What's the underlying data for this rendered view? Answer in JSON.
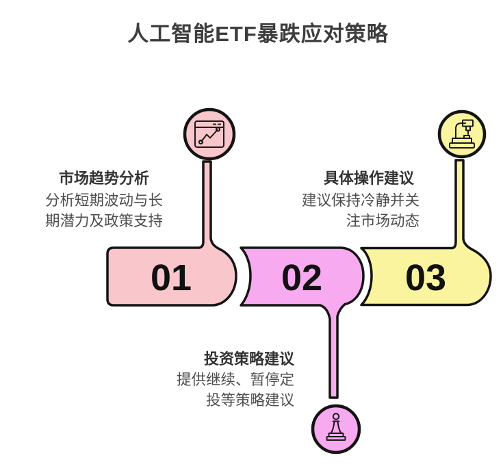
{
  "title": "人工智能ETF暴跌应对策略",
  "colors": {
    "pink": "#f8c6cb",
    "magenta": "#f8aaf0",
    "yellow": "#f9f49d",
    "outline": "#141414",
    "title_text": "#3d3d3d",
    "body_text": "#4d4d4d"
  },
  "steps": [
    {
      "number": "01",
      "title": "市场趋势分析",
      "desc_lines": [
        "分析短期波动与长",
        "期潜力及政策支持"
      ],
      "color": "#f8c6cb",
      "icon": "line-chart-icon"
    },
    {
      "number": "02",
      "title": "投资策略建议",
      "desc_lines": [
        "提供继续、暂停定",
        "投等策略建议"
      ],
      "color": "#f8aaf0",
      "icon": "chess-piece-icon"
    },
    {
      "number": "03",
      "title": "具体操作建议",
      "desc_lines": [
        "建议保持冷静并关",
        "注市场动态"
      ],
      "color": "#f9f49d",
      "icon": "robot-arm-icon"
    }
  ]
}
